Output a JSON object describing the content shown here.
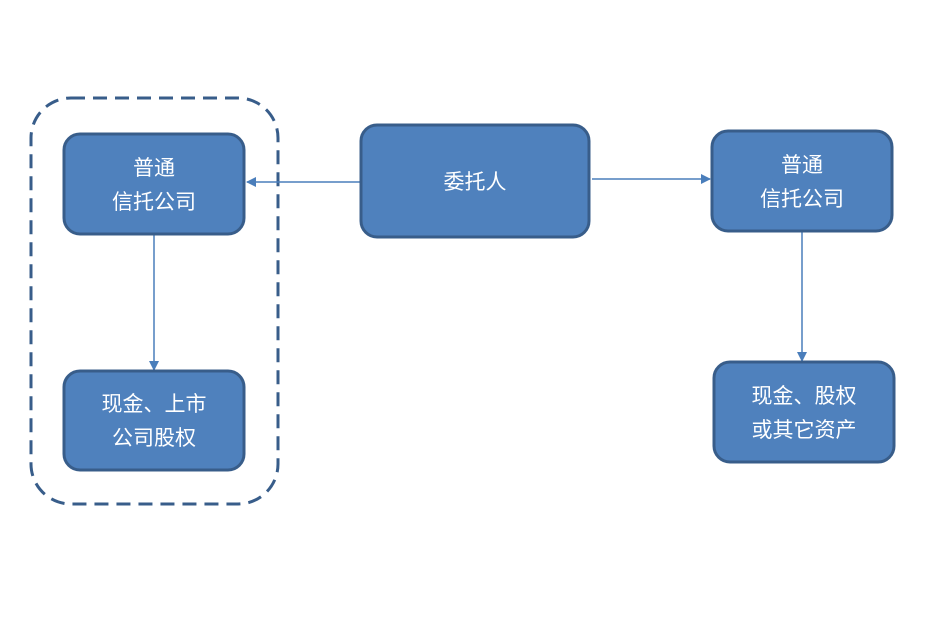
{
  "diagram": {
    "colors": {
      "node_fill": "#4f81bd",
      "node_stroke": "#385d8a",
      "arrow": "#4a7ebb",
      "dashed_group": "#385d8a",
      "text": "#ffffff"
    },
    "nodes": {
      "settlor": {
        "lines": [
          "委托人"
        ]
      },
      "left_trust": {
        "lines": [
          "普通",
          "信托公司"
        ]
      },
      "left_assets": {
        "lines": [
          "现金、上市",
          "公司股权"
        ]
      },
      "right_trust": {
        "lines": [
          "普通",
          "信托公司"
        ]
      },
      "right_assets": {
        "lines": [
          "现金、股权",
          "或其它资产"
        ]
      }
    },
    "edges": [
      {
        "from": "settlor",
        "to": "left_trust"
      },
      {
        "from": "settlor",
        "to": "right_trust"
      },
      {
        "from": "left_trust",
        "to": "left_assets"
      },
      {
        "from": "right_trust",
        "to": "right_assets"
      }
    ],
    "group": {
      "style": "dashed",
      "members": [
        "left_trust",
        "left_assets"
      ]
    }
  }
}
